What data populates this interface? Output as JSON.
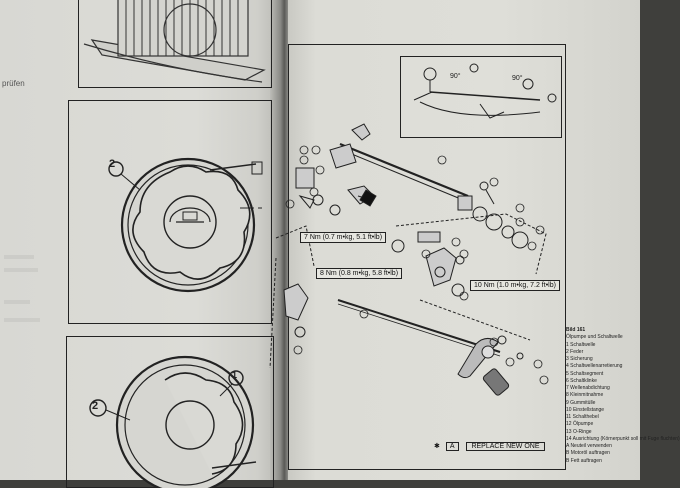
{
  "left_page": {
    "side_text": "prüfen",
    "figure_labels": [
      "2",
      "2",
      "1"
    ]
  },
  "right_page": {
    "angles": [
      "90°",
      "90°"
    ],
    "torque_labels": [
      "7 Nm (0.7 m•kg, 5.1 ft•lb)",
      "8 Nm (0.8 m•kg, 5.8 ft•lb)",
      "10 Nm (1.0 m•kg, 7.2 ft•lb)"
    ],
    "replace": {
      "symbol": "✱",
      "code": "A",
      "text": "REPLACE NEW ONE"
    },
    "legend": {
      "title": "Bild 161",
      "subtitle": "Ölpumpe und Schaltwelle",
      "items": [
        "1 Schaltwelle",
        "2 Feder",
        "3 Sicherung",
        "4 Schaltwellenarretierung",
        "5 Schaltsegment",
        "6 Schaltklinke",
        "7 Wellenabdichtung",
        "8 Kleinmitnahme",
        "9 Gummitülle",
        "10 Einstellstange",
        "11 Schalthebel",
        "12 Ölpumpe",
        "13 O-Ringe",
        "14 Ausrichtung (Körnerpunkt soll mit Fuge fluchten)",
        "A Neuteil verwenden",
        "B Motoröl auftragen",
        "B Fett auftragen"
      ]
    }
  }
}
